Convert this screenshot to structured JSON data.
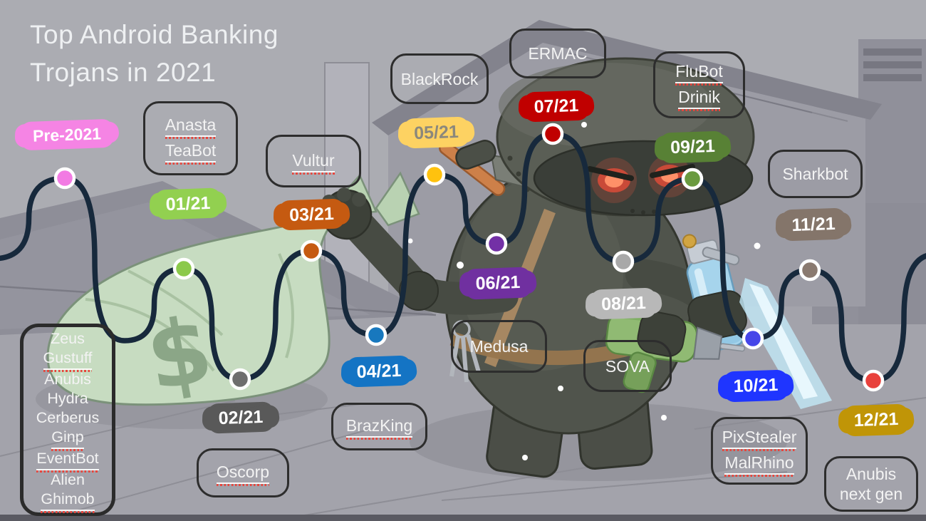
{
  "title": {
    "line1": "Top Android Banking",
    "line2": "Trojans in 2021"
  },
  "colors": {
    "background": "#abacb2",
    "path": "#17293c",
    "node_ring": "#ffffff",
    "box_border": "#2d2d2d",
    "squiggle": "#e8453c"
  },
  "pre_2021": {
    "label": "Pre-2021",
    "blob_color": "#f584e4",
    "label_color": "#ffffff",
    "node_color": "#f27ae3",
    "trojans": [
      "Zeus",
      "Gustuff",
      "Anubis",
      "Hydra",
      "Cerberus",
      "Ginp",
      "EventBot",
      "Alien",
      "Ghimob"
    ]
  },
  "months": [
    {
      "label": "01/21",
      "blob_color": "#92d050",
      "label_color": "#ffffff",
      "node_color": "#8bc94a",
      "trojans": [
        "Anasta",
        "TeaBot"
      ]
    },
    {
      "label": "02/21",
      "blob_color": "#595959",
      "label_color": "#ffffff",
      "node_color": "#6e6e6e",
      "trojans": [
        "Oscorp"
      ]
    },
    {
      "label": "03/21",
      "blob_color": "#c55a11",
      "label_color": "#ffffff",
      "node_color": "#c55a11",
      "trojans": [
        "Vultur"
      ]
    },
    {
      "label": "04/21",
      "blob_color": "#1474c4",
      "label_color": "#ffffff",
      "node_color": "#1878be",
      "trojans": [
        "BrazKing"
      ]
    },
    {
      "label": "05/21",
      "blob_color": "#fdd262",
      "label_color": "#8b887c",
      "node_color": "#ffc20e",
      "trojans": [
        "BlackRock"
      ]
    },
    {
      "label": "06/21",
      "blob_color": "#7030a0",
      "label_color": "#ffffff",
      "node_color": "#7330a6",
      "trojans": [
        "Medusa"
      ]
    },
    {
      "label": "07/21",
      "blob_color": "#c00000",
      "label_color": "#ffffff",
      "node_color": "#c00000",
      "trojans": [
        "ERMAC"
      ]
    },
    {
      "label": "08/21",
      "blob_color": "#b8b8b8",
      "label_color": "#ffffff",
      "node_color": "#a8a8a8",
      "trojans": [
        "SOVA"
      ]
    },
    {
      "label": "09/21",
      "blob_color": "#588135",
      "label_color": "#ffffff",
      "node_color": "#6a9a3f",
      "trojans": [
        "FluBot",
        "Drinik"
      ]
    },
    {
      "label": "10/21",
      "blob_color": "#1f35ff",
      "label_color": "#ffffff",
      "node_color": "#4646e8",
      "trojans": [
        "PixStealer",
        "MalRhino"
      ]
    },
    {
      "label": "11/21",
      "blob_color": "#84756a",
      "label_color": "#ffffff",
      "node_color": "#8a7a70",
      "trojans": [
        "Sharkbot"
      ]
    },
    {
      "label": "12/21",
      "blob_color": "#c09507",
      "label_color": "#ffffff",
      "node_color": "#e8413c",
      "trojans": [
        "Anubis next gen"
      ]
    }
  ]
}
